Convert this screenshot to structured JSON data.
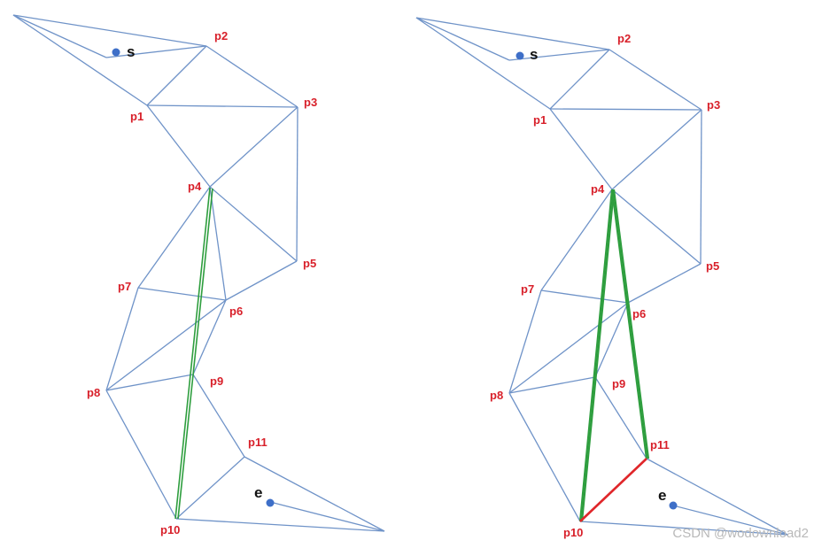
{
  "diagrams": [
    {
      "name": "left",
      "labels": {
        "p1": "p1",
        "p2": "p2",
        "p3": "p3",
        "p4": "p4",
        "p5": "p5",
        "p6": "p6",
        "p7": "p7",
        "p8": "p8",
        "p9": "p9",
        "p10": "p10",
        "p11": "p11"
      },
      "start_label": "s",
      "end_label": "e"
    },
    {
      "name": "right",
      "labels": {
        "p1": "p1",
        "p2": "p2",
        "p3": "p3",
        "p4": "p4",
        "p5": "p5",
        "p6": "p6",
        "p7": "p7",
        "p8": "p8",
        "p9": "p9",
        "p10": "p10",
        "p11": "p11"
      },
      "start_label": "s",
      "end_label": "e"
    }
  ],
  "colors": {
    "edge": "#6f93c8",
    "path_green": "#2e9e3e",
    "path_red": "#e0262a",
    "label_red": "#d8202a",
    "point_blue": "#3e6fc8"
  },
  "watermark": "CSDN @wodownload2"
}
